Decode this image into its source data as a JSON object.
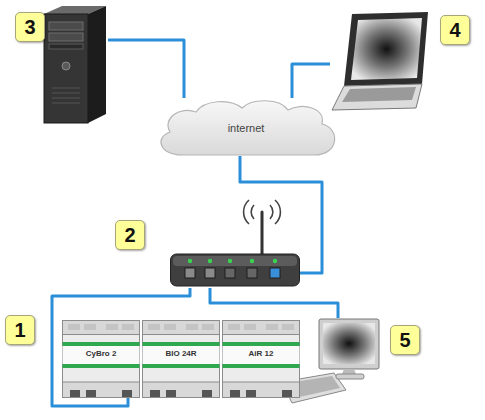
{
  "diagram": {
    "nodes": [
      {
        "text": [
          "3"
        ]
      },
      {
        "text": [
          "4"
        ]
      },
      {
        "text": [
          "internet"
        ]
      },
      {
        "text": [
          "2"
        ]
      },
      {
        "text": [
          "1"
        ]
      },
      {
        "text": [
          "CyBro 2"
        ],
        "in": 4
      },
      {
        "text": [
          "BIO 24R"
        ],
        "in": 4
      },
      {
        "text": [
          "AiR 12"
        ],
        "in": 4
      },
      {
        "text": [
          "5"
        ]
      }
    ],
    "edges": [
      {
        "from": 0,
        "to": 2,
        "arrow": "none"
      },
      {
        "from": 1,
        "to": 2,
        "arrow": "none"
      },
      {
        "from": 2,
        "to": 3,
        "arrow": "none"
      },
      {
        "from": 3,
        "to": 5,
        "arrow": "none"
      },
      {
        "from": 3,
        "to": 8,
        "arrow": "none"
      }
    ]
  }
}
